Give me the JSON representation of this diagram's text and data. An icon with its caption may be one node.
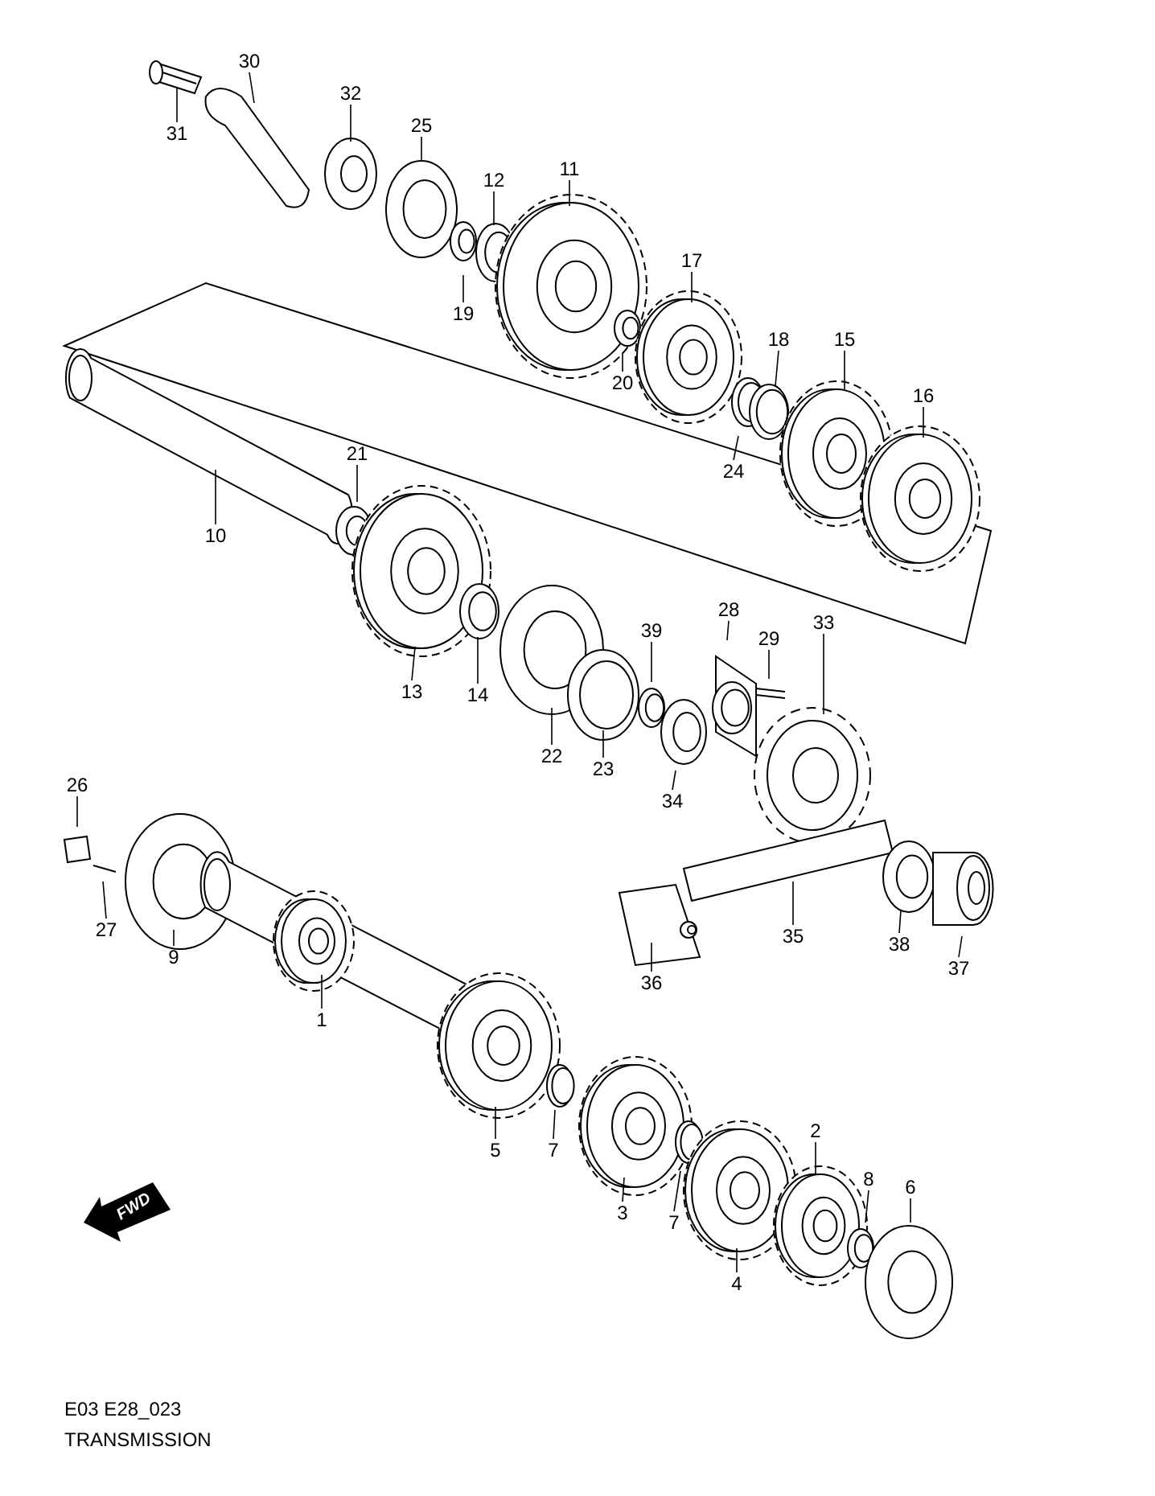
{
  "diagram": {
    "caption": "TRANSMISSION",
    "nodes": [
      {
        "text": [
          "30"
        ]
      },
      {
        "text": [
          "31"
        ]
      },
      {
        "text": [
          "32"
        ]
      },
      {
        "text": [
          "25"
        ]
      },
      {
        "text": [
          "12"
        ]
      },
      {
        "text": [
          "11"
        ]
      },
      {
        "text": [
          "19"
        ]
      },
      {
        "text": [
          "17"
        ]
      },
      {
        "text": [
          "20"
        ]
      },
      {
        "text": [
          "18"
        ]
      },
      {
        "text": [
          "15"
        ]
      },
      {
        "text": [
          "24"
        ]
      },
      {
        "text": [
          "16"
        ]
      },
      {
        "text": [
          "21"
        ]
      },
      {
        "text": [
          "10"
        ]
      },
      {
        "text": [
          "13"
        ]
      },
      {
        "text": [
          "14"
        ]
      },
      {
        "text": [
          "28"
        ]
      },
      {
        "text": [
          "29"
        ]
      },
      {
        "text": [
          "39"
        ]
      },
      {
        "text": [
          "33"
        ]
      },
      {
        "text": [
          "22"
        ]
      },
      {
        "text": [
          "23"
        ]
      },
      {
        "text": [
          "34"
        ]
      },
      {
        "text": [
          "26"
        ]
      },
      {
        "text": [
          "27"
        ]
      },
      {
        "text": [
          "9"
        ]
      },
      {
        "text": [
          "35"
        ]
      },
      {
        "text": [
          "38"
        ]
      },
      {
        "text": [
          "37"
        ]
      },
      {
        "text": [
          "36"
        ]
      },
      {
        "text": [
          "1"
        ]
      },
      {
        "text": [
          "5"
        ]
      },
      {
        "text": [
          "7"
        ]
      },
      {
        "text": [
          "3"
        ]
      },
      {
        "text": [
          "7"
        ]
      },
      {
        "text": [
          "2"
        ]
      },
      {
        "text": [
          "8"
        ]
      },
      {
        "text": [
          "6"
        ]
      },
      {
        "text": [
          "4"
        ]
      }
    ],
    "edges": [
      {
        "from": 0,
        "to": null,
        "arrow": "none"
      },
      {
        "from": 1,
        "to": null,
        "arrow": "none"
      },
      {
        "from": 2,
        "to": null,
        "arrow": "none"
      },
      {
        "from": 3,
        "to": null,
        "arrow": "none"
      },
      {
        "from": 4,
        "to": null,
        "arrow": "none"
      },
      {
        "from": 5,
        "to": null,
        "arrow": "none"
      },
      {
        "from": 6,
        "to": null,
        "arrow": "none"
      },
      {
        "from": 7,
        "to": null,
        "arrow": "none"
      },
      {
        "from": 8,
        "to": null,
        "arrow": "none"
      },
      {
        "from": 9,
        "to": null,
        "arrow": "none"
      },
      {
        "from": 10,
        "to": null,
        "arrow": "none"
      },
      {
        "from": 11,
        "to": null,
        "arrow": "none"
      },
      {
        "from": 12,
        "to": null,
        "arrow": "none"
      },
      {
        "from": 13,
        "to": null,
        "arrow": "none"
      },
      {
        "from": 14,
        "to": null,
        "arrow": "none"
      },
      {
        "from": 15,
        "to": null,
        "arrow": "none"
      },
      {
        "from": 16,
        "to": null,
        "arrow": "none"
      },
      {
        "from": 17,
        "to": null,
        "arrow": "none"
      },
      {
        "from": 18,
        "to": null,
        "arrow": "none"
      },
      {
        "from": 19,
        "to": null,
        "arrow": "none"
      },
      {
        "from": 20,
        "to": null,
        "arrow": "none"
      },
      {
        "from": 21,
        "to": null,
        "arrow": "none"
      },
      {
        "from": 22,
        "to": null,
        "arrow": "none"
      },
      {
        "from": 23,
        "to": null,
        "arrow": "none"
      },
      {
        "from": 24,
        "to": null,
        "arrow": "none"
      },
      {
        "from": 25,
        "to": null,
        "arrow": "none"
      },
      {
        "from": 26,
        "to": null,
        "arrow": "none"
      },
      {
        "from": 27,
        "to": null,
        "arrow": "none"
      },
      {
        "from": 28,
        "to": null,
        "arrow": "none"
      },
      {
        "from": 29,
        "to": null,
        "arrow": "none"
      },
      {
        "from": 30,
        "to": null,
        "arrow": "none"
      },
      {
        "from": 31,
        "to": null,
        "arrow": "none"
      },
      {
        "from": 32,
        "to": null,
        "arrow": "none"
      },
      {
        "from": 33,
        "to": null,
        "arrow": "none"
      },
      {
        "from": 34,
        "to": null,
        "arrow": "none"
      },
      {
        "from": 35,
        "to": null,
        "arrow": "none"
      },
      {
        "from": 36,
        "to": null,
        "arrow": "none"
      },
      {
        "from": 37,
        "to": null,
        "arrow": "none"
      },
      {
        "from": 38,
        "to": null,
        "arrow": "none"
      },
      {
        "from": 39,
        "to": null,
        "arrow": "none"
      }
    ],
    "labels": [
      "FWD",
      "E03 E28_023"
    ]
  }
}
